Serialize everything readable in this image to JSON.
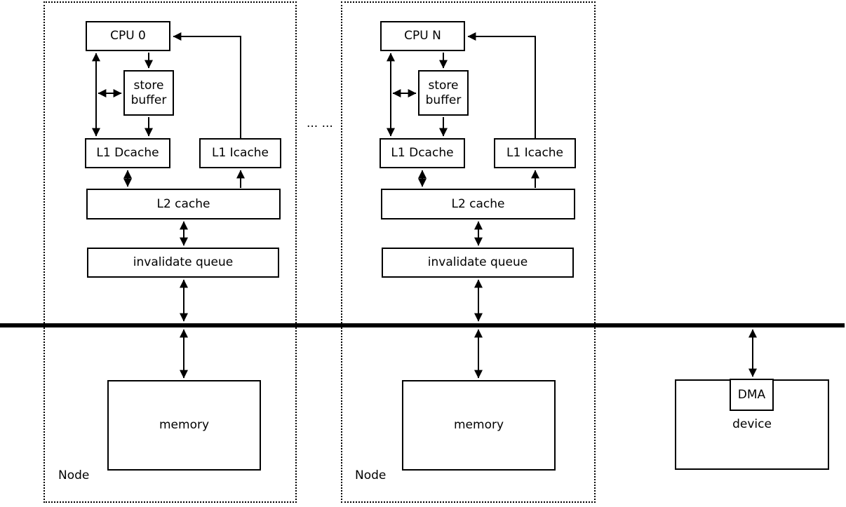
{
  "diagram": {
    "ellipsis": "... ...",
    "nodes": [
      {
        "label": "Node",
        "cpu": "CPU 0",
        "store_buffer": "store buffer",
        "l1_dcache": "L1 Dcache",
        "l1_icache": "L1 Icache",
        "l2_cache": "L2 cache",
        "invalidate_queue": "invalidate queue",
        "memory": "memory"
      },
      {
        "label": "Node",
        "cpu": "CPU N",
        "store_buffer": "store buffer",
        "l1_dcache": "L1 Dcache",
        "l1_icache": "L1 Icache",
        "l2_cache": "L2 cache",
        "invalidate_queue": "invalidate queue",
        "memory": "memory"
      }
    ],
    "device": {
      "dma": "DMA",
      "label": "device"
    },
    "colors": {
      "line": "#000000",
      "background": "#ffffff",
      "box_fill": "#ffffff"
    }
  }
}
